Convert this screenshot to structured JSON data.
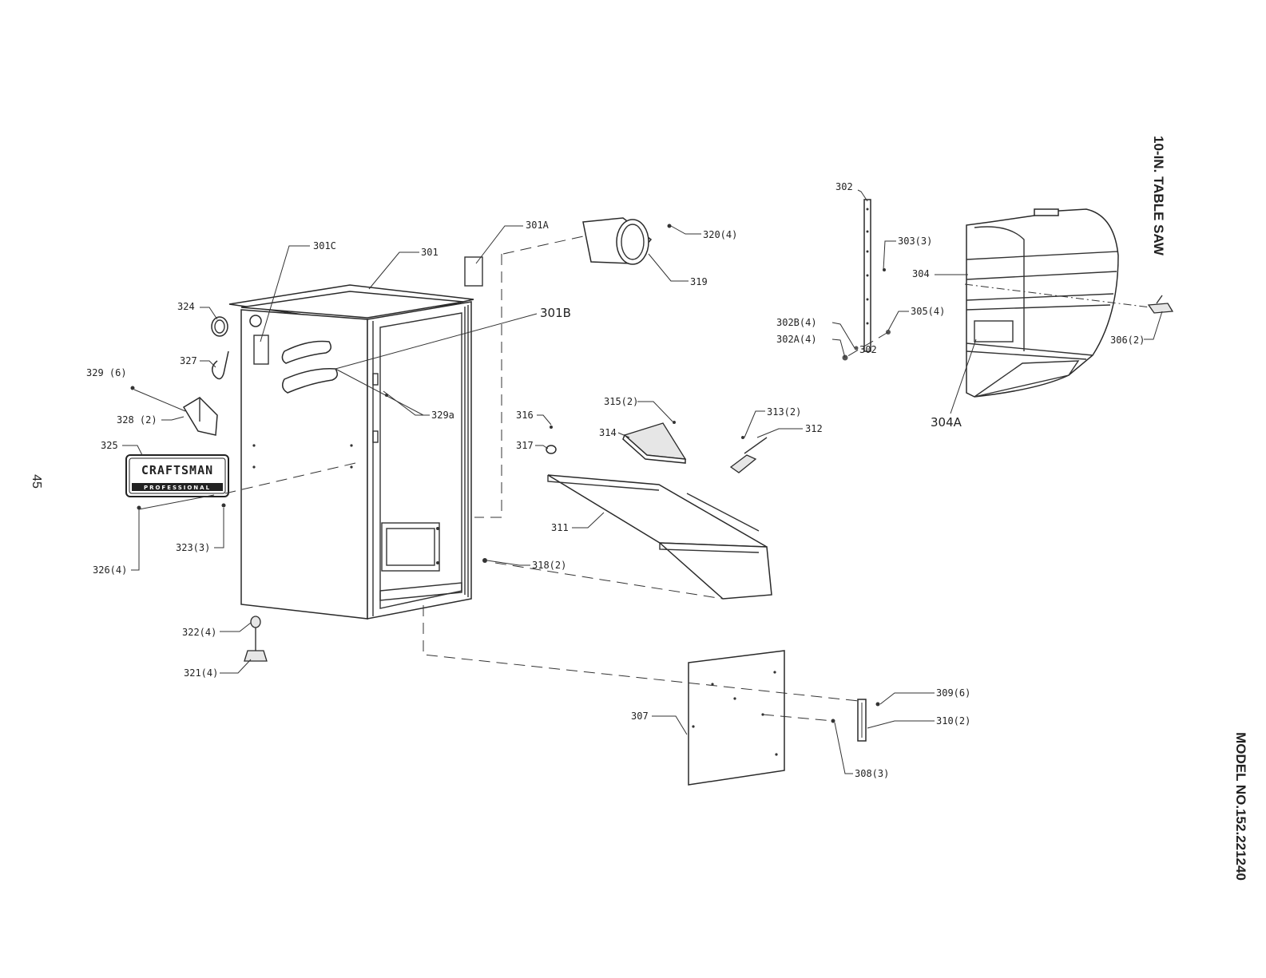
{
  "title_vertical": "10-IN. TABLE SAW",
  "model_vertical": "MODEL NO.152.221240",
  "page_number": "45",
  "logo_text": "CRAFTSMAN",
  "logo_subtext": "PROFESSIONAL",
  "callouts": {
    "c301": "301",
    "c301A": "301A",
    "c301B": "301B",
    "c301C": "301C",
    "c302": "302",
    "c302A": "302A(4)",
    "c302B": "302B(4)",
    "c302inline": "302",
    "c303": "303(3)",
    "c304": "304",
    "c304A": "304A",
    "c305": "305(4)",
    "c306": "306(2)",
    "c307": "307",
    "c308": "308(3)",
    "c309": "309(6)",
    "c310": "310(2)",
    "c311": "311",
    "c312": "312",
    "c313": "313(2)",
    "c314": "314",
    "c315": "315(2)",
    "c316": "316",
    "c317": "317",
    "c318": "318(2)",
    "c319": "319",
    "c320": "320(4)",
    "c321": "321(4)",
    "c322": "322(4)",
    "c323": "323(3)",
    "c324": "324",
    "c325": "325",
    "c326": "326(4)",
    "c327": "327",
    "c328": "328 (2)",
    "c329": "329 (6)",
    "c329a": "329a"
  }
}
